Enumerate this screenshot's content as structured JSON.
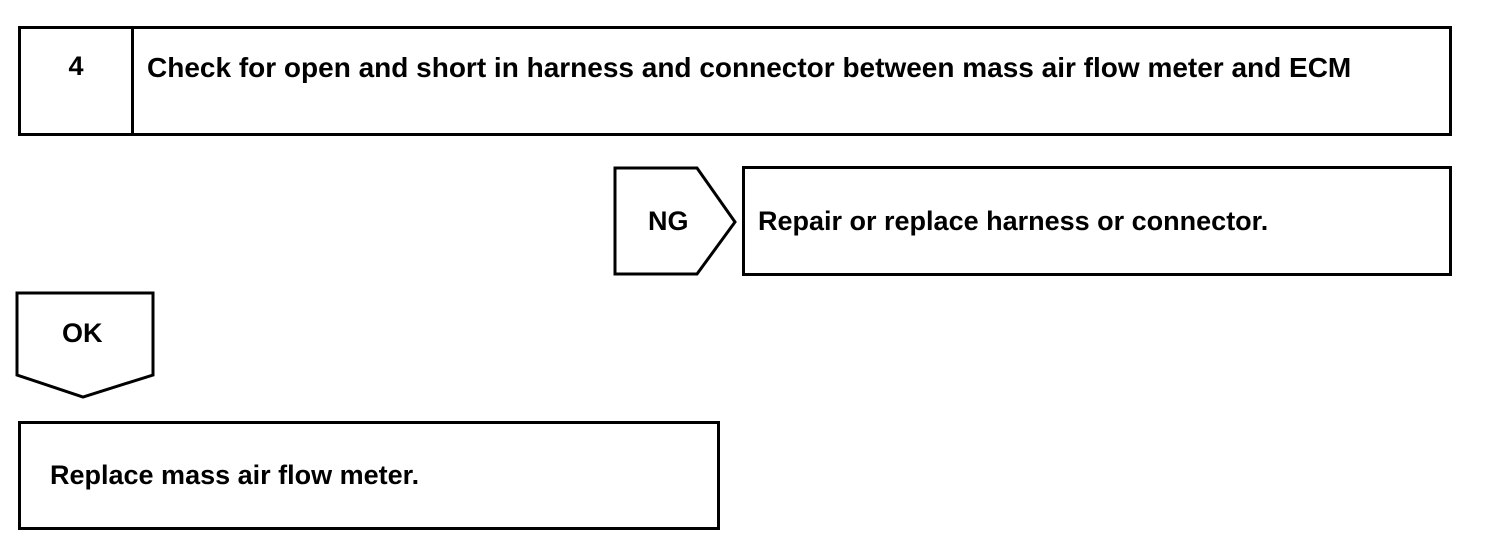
{
  "step": {
    "number": "4",
    "title": "Check for open and short in harness and connector between mass air flow meter and ECM"
  },
  "ng_branch": {
    "label": "NG",
    "action": "Repair or replace harness or connector."
  },
  "ok_branch": {
    "label": "OK",
    "action": "Replace mass air flow meter."
  }
}
